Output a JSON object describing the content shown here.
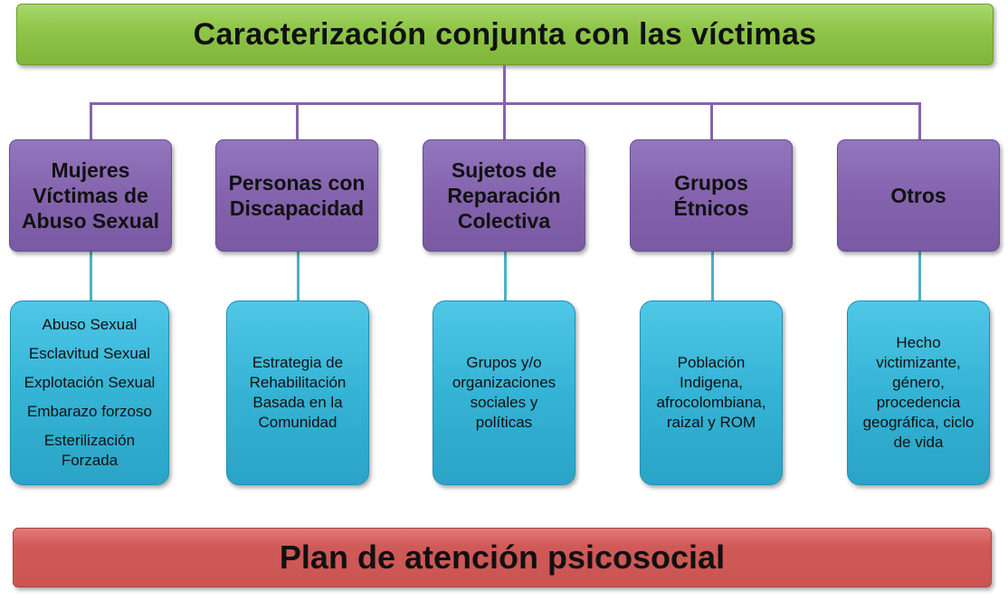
{
  "diagram": {
    "title": "Caracterización conjunta con las víctimas",
    "footer": "Plan de atención psicosocial",
    "colors": {
      "title_bar": "#8fc64a",
      "category_box": "#8463ad",
      "detail_box": "#35b3d5",
      "footer_bar": "#d05a58",
      "connector_purple": "#8763ad",
      "connector_teal": "#4bb0c8"
    },
    "categories": [
      {
        "label": "Mujeres\nVíctimas de\nAbuso Sexual",
        "details": [
          "Abuso Sexual",
          "Esclavitud Sexual",
          "Explotación Sexual",
          "Embarazo forzoso",
          "Esterilización\nForzada"
        ]
      },
      {
        "label": "Personas con\nDiscapacidad",
        "detail_text": "Estrategia de\nRehabilitación\nBasada en la\nComunidad"
      },
      {
        "label": "Sujetos de\nReparación\nColectiva",
        "detail_text": "Grupos y/o\norganizaciones\nsociales y\npolíticas"
      },
      {
        "label": "Grupos\nÉtnicos",
        "detail_text": "Población\nIndigena,\nafrocolombiana,\nraizal y ROM"
      },
      {
        "label": "Otros",
        "detail_text": "Hecho\nvictimizante,\ngénero,\nprocedencia\ngeográfica, ciclo\nde vida"
      }
    ]
  }
}
